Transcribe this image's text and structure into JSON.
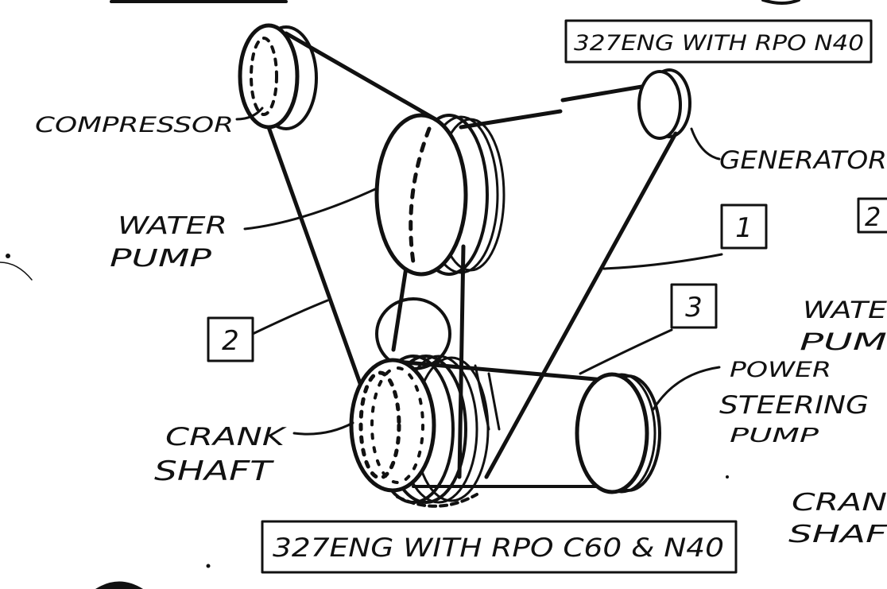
{
  "diagram": {
    "title_top": "327ENG WITH RPO N40",
    "title_bottom": "327ENG WITH RPO C60 & N40",
    "components": {
      "compressor": "COMPRESSOR",
      "water_pump": [
        "WATER",
        "PUMP"
      ],
      "generator": "GENERATOR",
      "crank_shaft": [
        "CRANK",
        "SHAFT"
      ],
      "power_steering_pump": [
        "POWER",
        "STEERING",
        "PUMP"
      ]
    },
    "belt_callouts": {
      "belt_1": "1",
      "belt_2": "2",
      "belt_3": "3"
    },
    "adjacent_figure": {
      "callout": "2",
      "water_pump": [
        "WATE",
        "PUM"
      ],
      "crank_shaft": [
        "CRAN",
        "SHAF"
      ]
    }
  },
  "colors": {
    "ink": "#111111",
    "paper": "#ffffff"
  }
}
